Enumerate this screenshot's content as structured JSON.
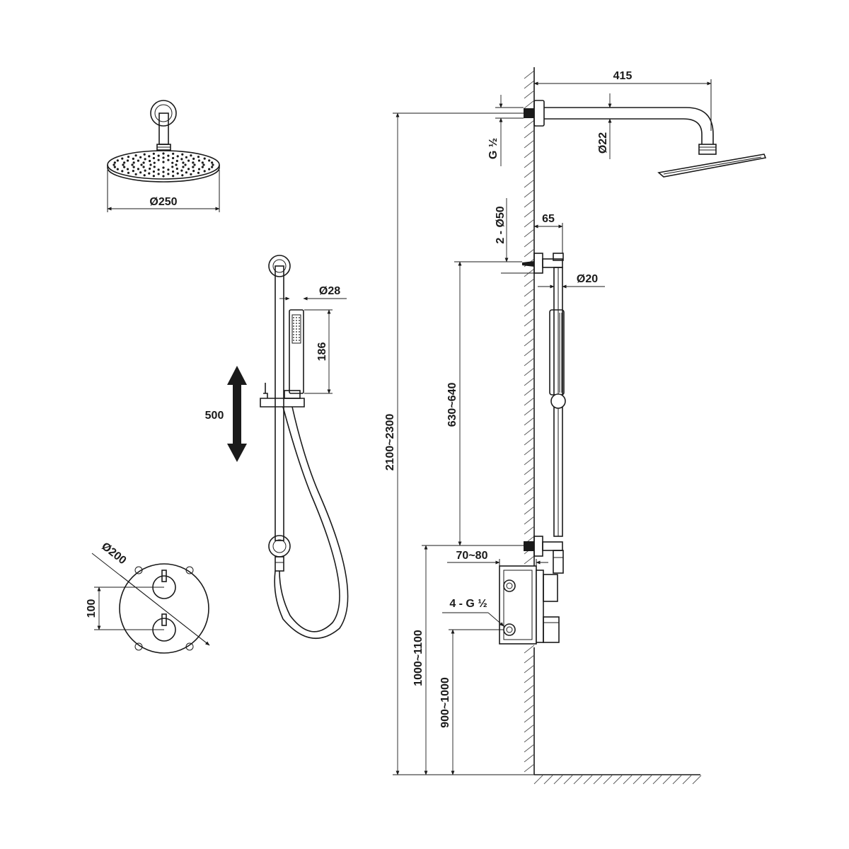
{
  "labels": {
    "head_diameter": "Ø250",
    "arm_length": "415",
    "inlet_thread": "G ½",
    "arm_diameter": "Ø22",
    "bracket_anchors": "2 - Ø50",
    "bracket_projection": "65",
    "rail_diameter": "Ø20",
    "handshower_diameter": "Ø28",
    "handshower_length": "186",
    "slider_travel": "500",
    "rail_spacing": "630~640",
    "total_height": "2100~2300",
    "valve_depth": "70~80",
    "valve_inlets": "4 - G ½",
    "valve_height_upper": "1000~1100",
    "valve_height_lower": "900~1000",
    "plate_diameter": "Ø200",
    "handle_spacing": "100"
  },
  "colors": {
    "line": "#1a1a1a",
    "background": "#ffffff"
  }
}
